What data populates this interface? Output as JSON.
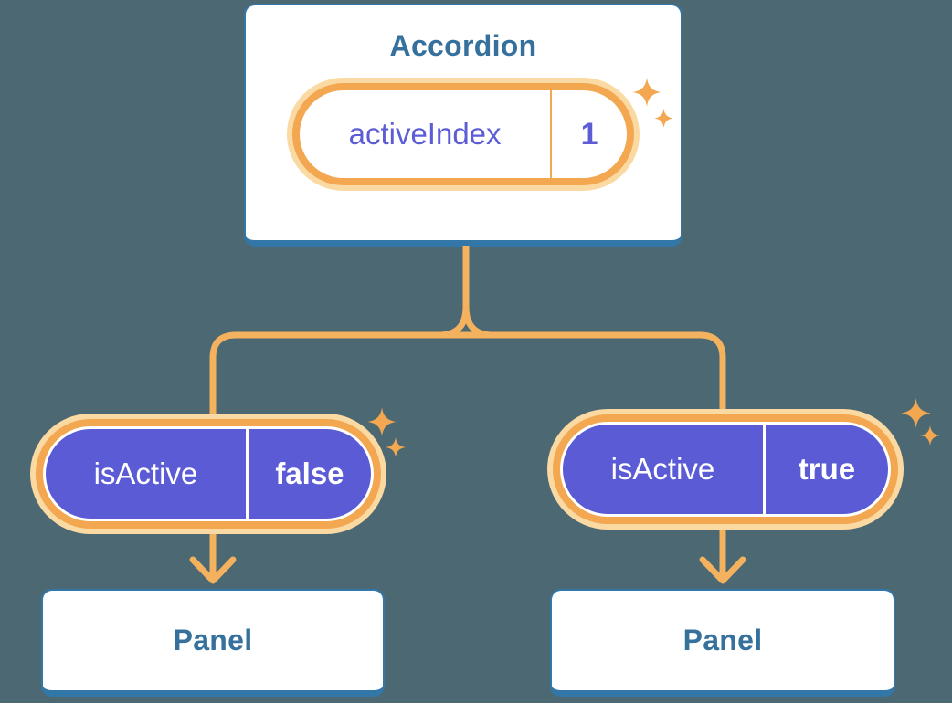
{
  "diagram": {
    "accordion_card": {
      "title": "Accordion",
      "state": {
        "name": "activeIndex",
        "value": "1"
      }
    },
    "props": [
      {
        "name": "isActive",
        "value": "false"
      },
      {
        "name": "isActive",
        "value": "true"
      }
    ],
    "panels": [
      {
        "label": "Panel"
      },
      {
        "label": "Panel"
      }
    ],
    "icons": {
      "sparkle": "sparkle-icon",
      "arrow": "arrow-down-icon"
    },
    "colors": {
      "background": "#4C6872",
      "node_border_blue": "#3277A8",
      "node_text_blue": "#35719C",
      "pill_ring_orange": "#F2A750",
      "pill_ring_pale": "#FBD9A3",
      "connector_orange": "#F4B25F",
      "prop_pill_purple": "#5B5BD6",
      "state_text_purple": "#5C5CD6"
    }
  }
}
